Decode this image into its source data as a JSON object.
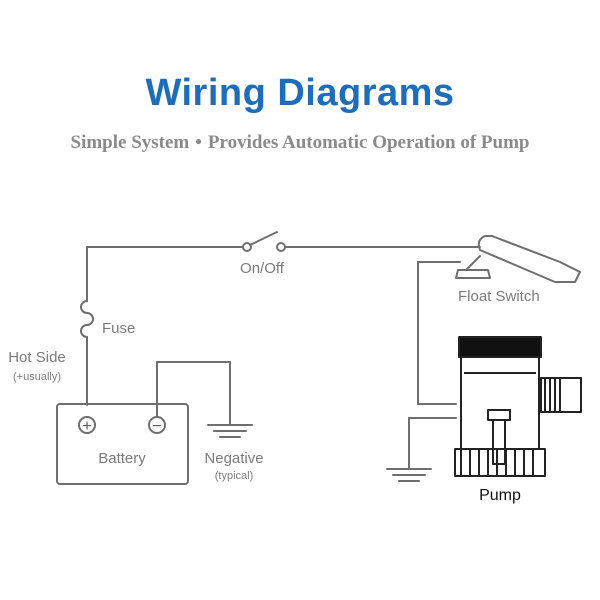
{
  "title": "Wiring Diagrams",
  "subtitle": {
    "part1": "Simple System",
    "separator": "•",
    "part2": "Provides Automatic Operation of Pump"
  },
  "labels": {
    "on_off": "On/Off",
    "float_switch": "Float Switch",
    "fuse": "Fuse",
    "hot_side": "Hot Side",
    "hot_side_note": "(+usually)",
    "battery": "Battery",
    "positive_symbol": "+",
    "negative_symbol": "−",
    "negative": "Negative",
    "negative_note": "(typical)",
    "pump": "Pump"
  },
  "colors": {
    "title": "#1b6dc1",
    "subtitle": "#8a8a8a",
    "wire": "#6e6e6e",
    "label": "#7a7a7a"
  }
}
